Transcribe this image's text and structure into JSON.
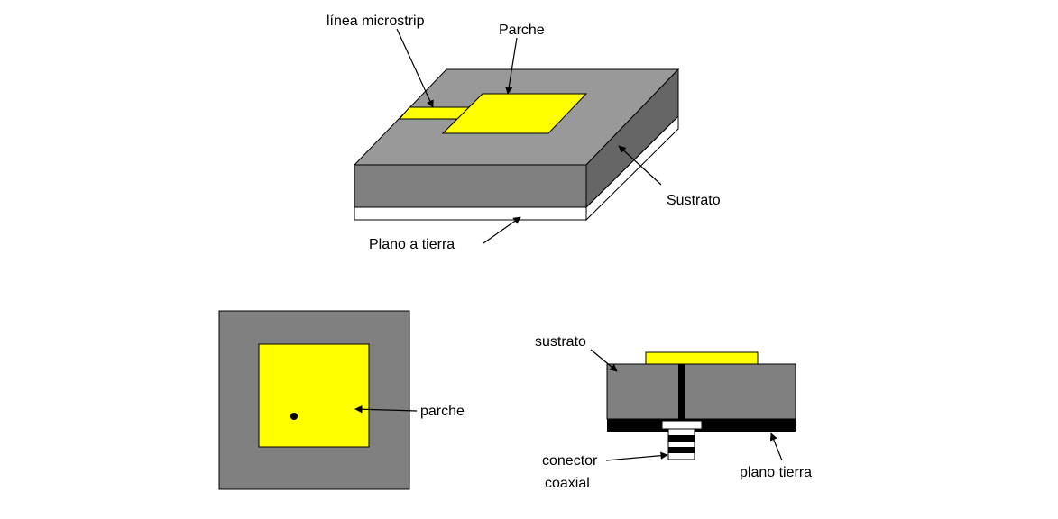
{
  "labels": {
    "microstrip_line": "línea microstrip",
    "patch_top": "Parche",
    "substrate_top": "Sustrato",
    "ground_plane_top": "Plano a tierra",
    "patch_bottom": "parche",
    "substrate_side": "sustrato",
    "coax_connector_line1": "conector",
    "coax_connector_line2": "coaxial",
    "ground_plane_side": "plano tierra"
  },
  "colors": {
    "substrate_top_face": "#999999",
    "substrate_front_face": "#808080",
    "substrate_right_face": "#666666",
    "patch": "#ffff00",
    "ground_plane": "#ffffff",
    "ground_plane_side_view": "#000000",
    "outline": "#000000"
  }
}
